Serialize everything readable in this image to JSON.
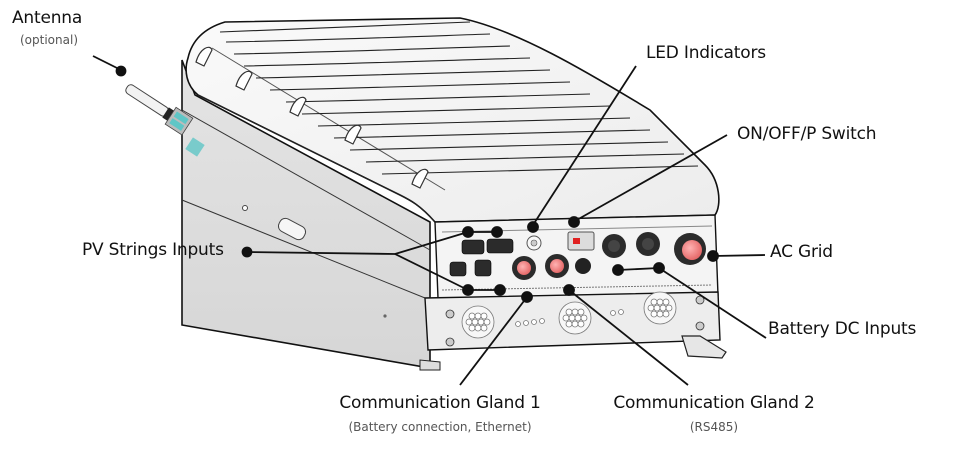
{
  "diagram": {
    "subject": "Hybrid inverter with connection panel",
    "colors": {
      "line": "#111111",
      "enclosure_fill": "#e6e6e6",
      "enclosure_top": "#f4f4f4",
      "panel_fill": "#f0f0f0",
      "connector_dark": "#2b2b2b",
      "connector_pink": "#f08a8a",
      "led_red": "#e02020",
      "antenna_bracket": "#5fc6c6"
    },
    "callouts": [
      {
        "id": "antenna",
        "title": "Antenna",
        "subtitle": "(optional)"
      },
      {
        "id": "led-indicators",
        "title": "LED Indicators"
      },
      {
        "id": "on-off-p-switch",
        "title": "ON/OFF/P Switch"
      },
      {
        "id": "pv-strings-inputs",
        "title": "PV Strings Inputs"
      },
      {
        "id": "ac-grid",
        "title": "AC Grid"
      },
      {
        "id": "battery-dc-inputs",
        "title": "Battery DC Inputs"
      },
      {
        "id": "communication-gland-1",
        "title": "Communication Gland 1",
        "subtitle": "(Battery connection, Ethernet)"
      },
      {
        "id": "communication-gland-2",
        "title": "Communication Gland 2",
        "subtitle": "(RS485)"
      }
    ]
  }
}
